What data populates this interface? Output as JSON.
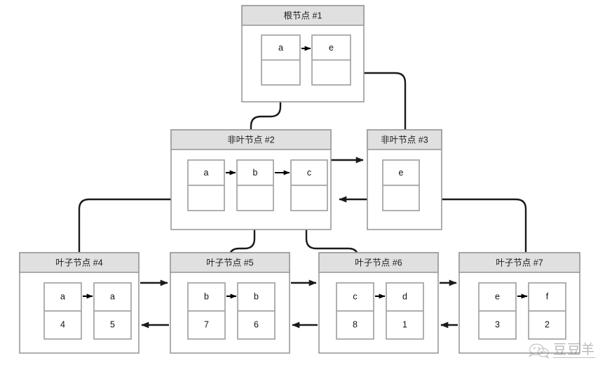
{
  "diagram": {
    "title": "B+ tree node structure diagram",
    "type": "b-plus-tree",
    "background_color": "#ffffff",
    "header_fill": "#e0e0e0",
    "node_border_color": "#9a9a9a",
    "cell_border_color": "#a3a3a3",
    "arrow_color": "#000000"
  },
  "nodes": {
    "root": {
      "label": "根节点 #1",
      "level": "root",
      "cells": [
        {
          "key": "a",
          "value": ""
        },
        {
          "key": "e",
          "value": ""
        }
      ]
    },
    "internal_2": {
      "label": "非叶节点 #2",
      "level": "internal",
      "cells": [
        {
          "key": "a",
          "value": ""
        },
        {
          "key": "b",
          "value": ""
        },
        {
          "key": "c",
          "value": ""
        }
      ]
    },
    "internal_3": {
      "label": "非叶节点 #3",
      "level": "internal",
      "cells": [
        {
          "key": "e",
          "value": ""
        }
      ]
    },
    "leaf_4": {
      "label": "叶子节点 #4",
      "level": "leaf",
      "cells": [
        {
          "key": "a",
          "value": "4"
        },
        {
          "key": "a",
          "value": "5"
        }
      ]
    },
    "leaf_5": {
      "label": "叶子节点 #5",
      "level": "leaf",
      "cells": [
        {
          "key": "b",
          "value": "7"
        },
        {
          "key": "b",
          "value": "6"
        }
      ]
    },
    "leaf_6": {
      "label": "叶子节点 #6",
      "level": "leaf",
      "cells": [
        {
          "key": "c",
          "value": "8"
        },
        {
          "key": "d",
          "value": "1"
        }
      ]
    },
    "leaf_7": {
      "label": "叶子节点 #7",
      "level": "leaf",
      "cells": [
        {
          "key": "e",
          "value": "3"
        },
        {
          "key": "f",
          "value": "2"
        }
      ]
    }
  },
  "watermark": {
    "text": "豆豆羊",
    "icon": "wechat-icon"
  }
}
